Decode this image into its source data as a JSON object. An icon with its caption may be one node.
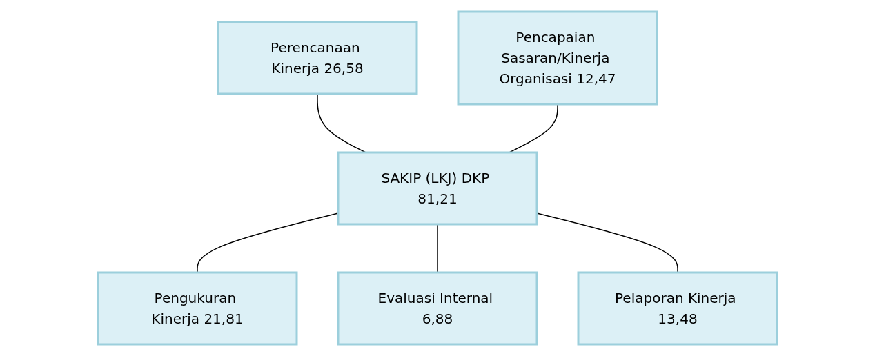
{
  "diagram": {
    "nodes": [
      {
        "text": [
          "Perencanaan Kinerja 26,58"
        ]
      },
      {
        "text": [
          "Pencapaian Sasaran/Kinerja Organisasi 12,47"
        ]
      },
      {
        "text": [
          "SAKIP (LKJ) DKP 81,21"
        ]
      },
      {
        "text": [
          "Pengukuran Kinerja 21,81"
        ]
      },
      {
        "text": [
          "Evaluasi Internal 6,88"
        ]
      },
      {
        "text": [
          "Pelaporan Kinerja 13,48"
        ]
      }
    ],
    "edges": [
      {
        "from": 0,
        "to": 2,
        "arrow": "none"
      },
      {
        "from": 1,
        "to": 2,
        "arrow": "none"
      },
      {
        "from": 2,
        "to": 3,
        "arrow": "none"
      },
      {
        "from": 2,
        "to": 4,
        "arrow": "none"
      },
      {
        "from": 2,
        "to": 5,
        "arrow": "none"
      }
    ]
  }
}
